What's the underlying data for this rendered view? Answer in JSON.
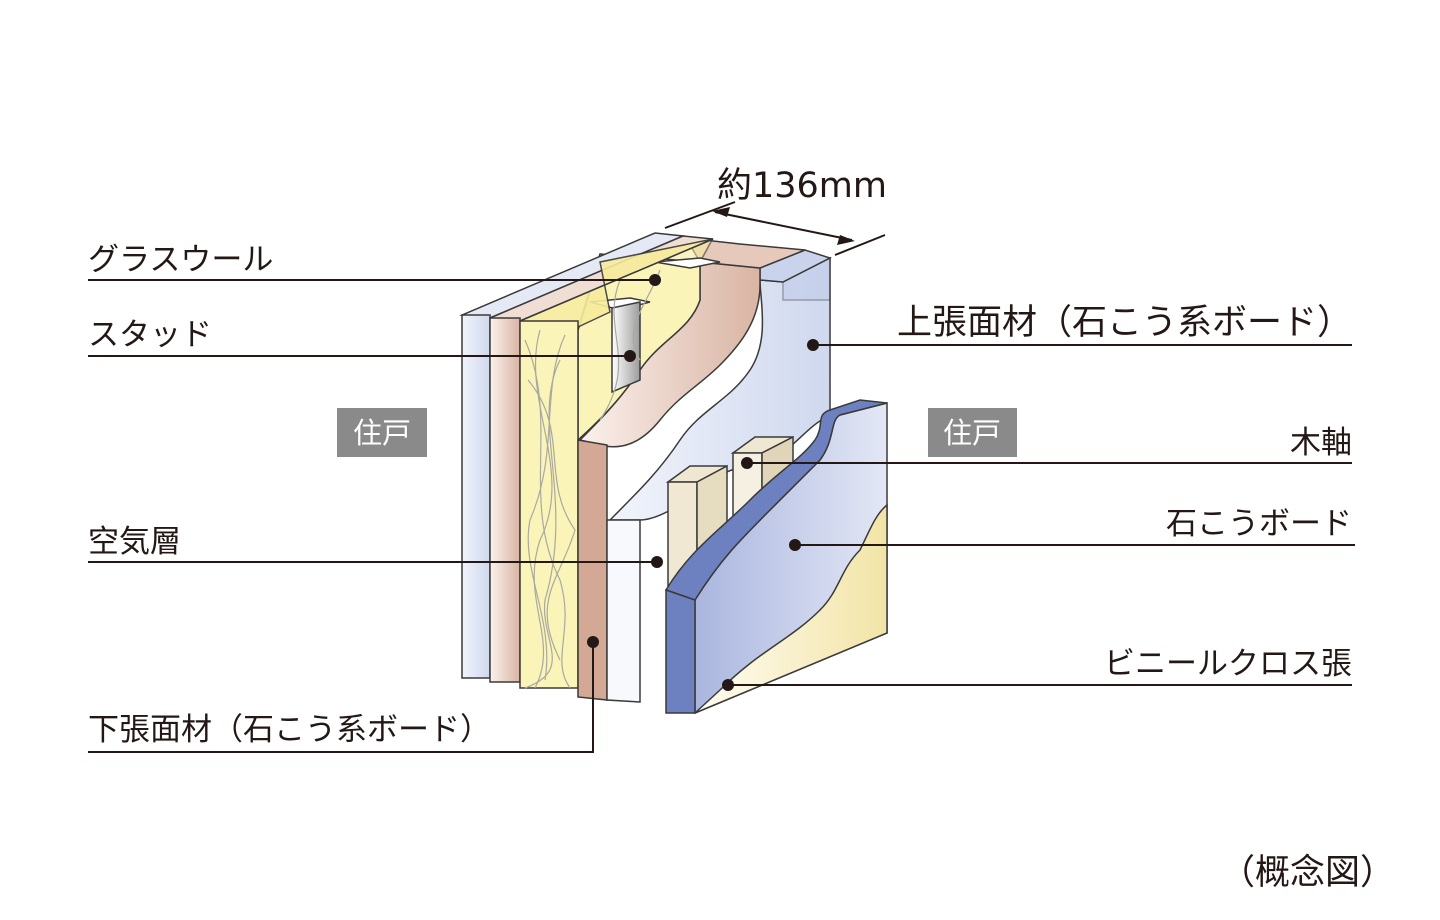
{
  "dimension": {
    "label": "約136mm"
  },
  "labels_left": {
    "glass_wool": "グラスウール",
    "stud": "スタッド",
    "air_layer": "空気層",
    "lower_board": "下張面材（石こう系ボード）"
  },
  "labels_right": {
    "upper_board": "上張面材（石こう系ボード）",
    "wood_frame": "木軸",
    "gypsum_board": "石こうボード",
    "vinyl_cloth": "ビニールクロス張"
  },
  "units": {
    "left": "住戸",
    "right": "住戸"
  },
  "caption": "（概念図）",
  "colors": {
    "light_blue": "#dfe5f3",
    "pink": "#e6c9bb",
    "brown": "#d3a895",
    "yellow": "#fbf4b8",
    "board_edge": "#6d80c0",
    "tag_bg": "#8a8a8a"
  }
}
